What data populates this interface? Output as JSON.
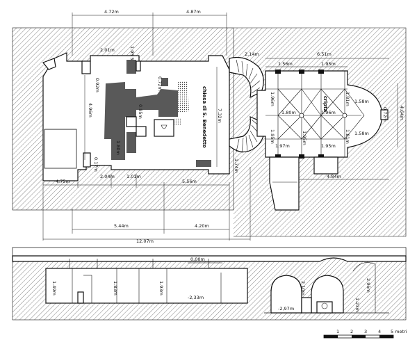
{
  "plan": {
    "church_label": "chiesa di S. Benedetto",
    "crypt_label": "cripta",
    "dims_top": [
      "4.72m",
      "4.87m"
    ],
    "dims_inner": [
      "2.01m",
      "1.95 5",
      "0.92m",
      "0.72m",
      "4.96m",
      "0.95m",
      "1.80m",
      "0.17m",
      "7.32m",
      "1.74m"
    ],
    "dims_bottom": [
      "4.75m",
      "2.04m",
      "1.01m",
      "5.56m"
    ],
    "dims_lower": [
      "5.44m",
      "4.20m",
      "12.07m"
    ],
    "crypt_dims": [
      "2.14m",
      "6.51m",
      "1.56m",
      "1.95m",
      "1.96m",
      "1.81m",
      "1.80m",
      "1.96m",
      "1.95m",
      "1.81m",
      "1.97m",
      "1.95m",
      "1.95m",
      "1.58m",
      "1.58m",
      "4.84m",
      "0.72m",
      "4.64m"
    ]
  },
  "section": {
    "level_labels": [
      "0,00m",
      "-2,33m",
      "-2,97m"
    ],
    "height_labels": [
      "1.49m",
      "1.83m",
      "1.93m",
      "2.10m",
      "2.95m",
      "1.23m"
    ]
  },
  "scale": {
    "ticks": [
      "1",
      "2",
      "3",
      "4",
      "5 metri"
    ]
  }
}
